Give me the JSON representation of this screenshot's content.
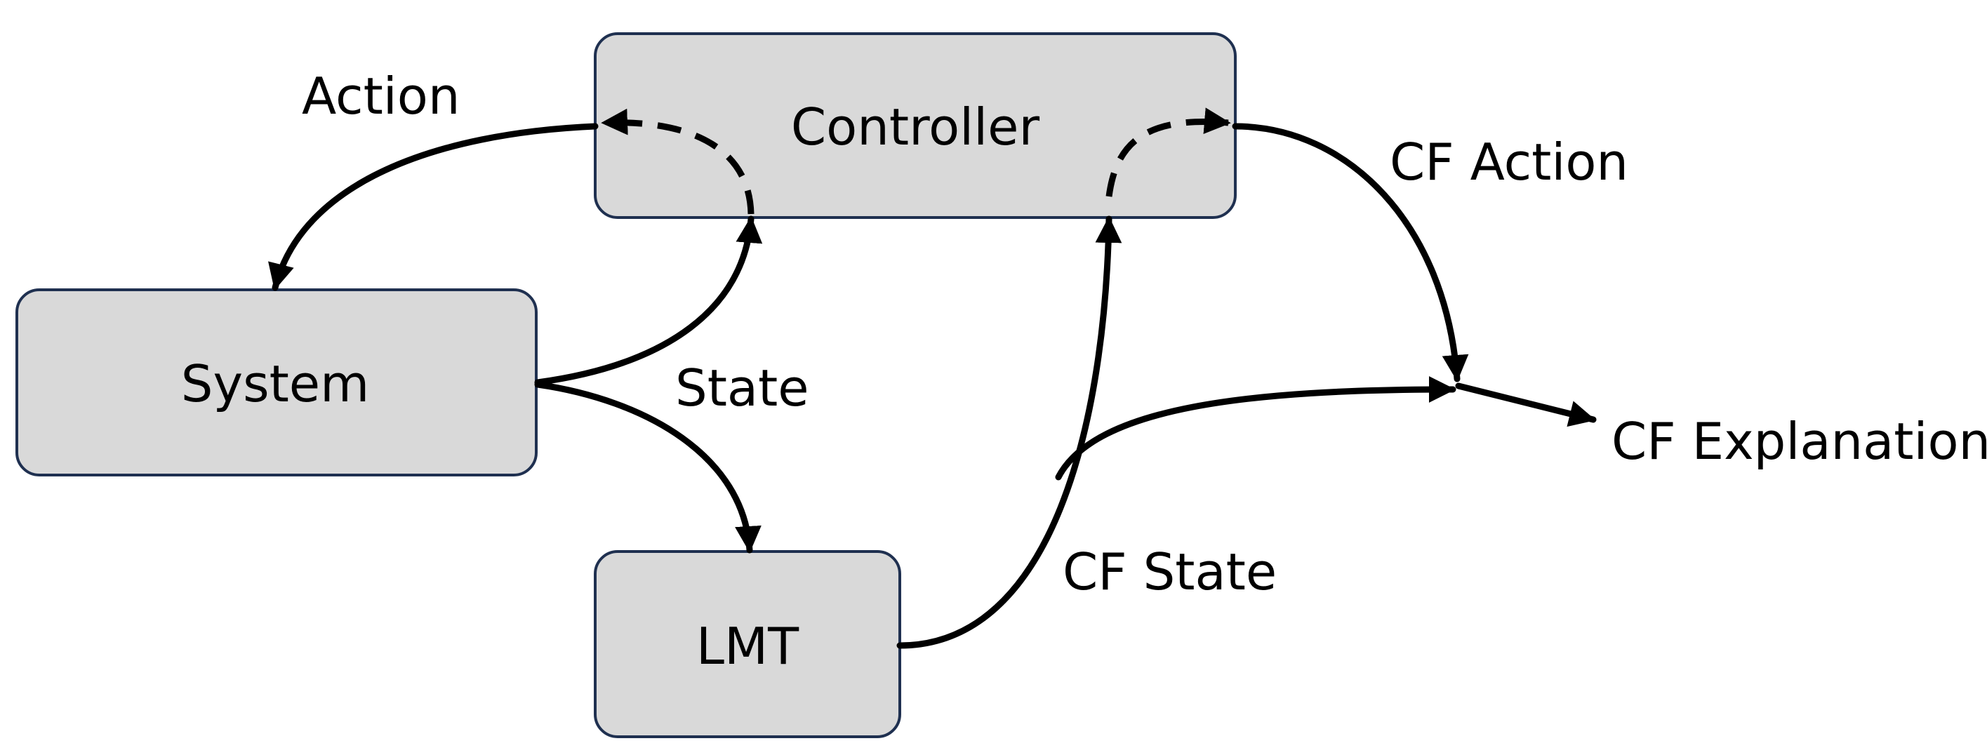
{
  "nodes": {
    "controller": {
      "label": "Controller"
    },
    "system": {
      "label": "System"
    },
    "lmt": {
      "label": "LMT"
    }
  },
  "edge_labels": {
    "action": "Action",
    "state": "State",
    "cf_action": "CF Action",
    "cf_state": "CF State",
    "cf_explanation": "CF Explanation"
  },
  "colors": {
    "box_fill": "#d9d9d9",
    "box_stroke": "#1f3050",
    "arrow": "#000000"
  }
}
